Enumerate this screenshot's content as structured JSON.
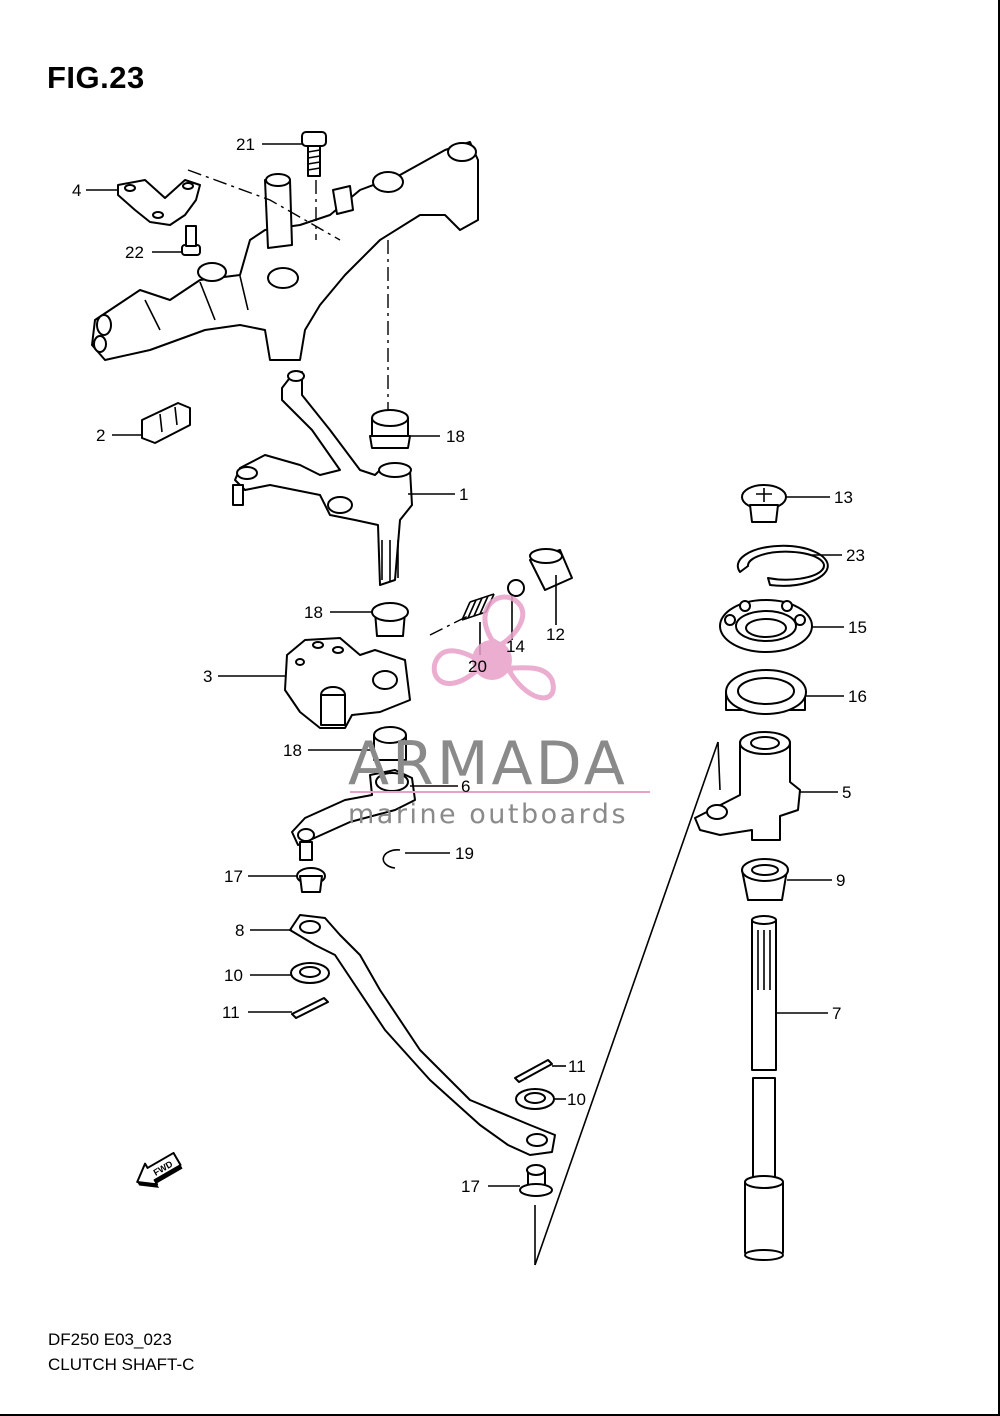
{
  "figure": {
    "title": "FIG.23"
  },
  "footer": {
    "code": "DF250 E03_023",
    "name": "CLUTCH SHAFT-C"
  },
  "watermark": {
    "title": "ARMADA",
    "subtitle": "marine outboards",
    "logo_icon": "propeller-icon",
    "color": "#e8a0c8"
  },
  "fwd_icon": {
    "label": "FWD"
  },
  "callouts": {
    "p1": "1",
    "p2": "2",
    "p3": "3",
    "p4": "4",
    "p5": "5",
    "p6": "6",
    "p7": "7",
    "p8": "8",
    "p9": "9",
    "p10a": "10",
    "p10b": "10",
    "p11a": "11",
    "p11b": "11",
    "p12": "12",
    "p13": "13",
    "p14": "14",
    "p15": "15",
    "p16": "16",
    "p17a": "17",
    "p17b": "17",
    "p18a": "18",
    "p18b": "18",
    "p18c": "18",
    "p19": "19",
    "p20": "20",
    "p21": "21",
    "p22": "22",
    "p23": "23"
  }
}
